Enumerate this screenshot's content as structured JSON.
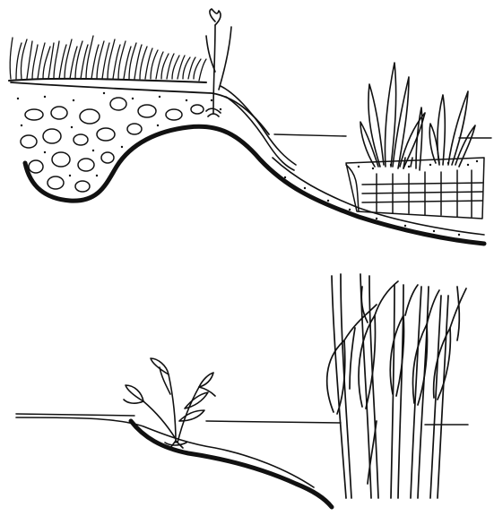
{
  "figure": {
    "background": "#ffffff",
    "ink_color": "#111111",
    "panels": [
      {
        "name": "upper-panel",
        "contents": [
          "grass-tuft",
          "gravel-fill-mound",
          "marginal-plant",
          "sloping-bank",
          "water-surface",
          "planting-basket",
          "basket-plants"
        ]
      },
      {
        "name": "lower-panel",
        "contents": [
          "water-surface",
          "shallow-shelf",
          "bog-plant",
          "deep-basin",
          "tall-reed-stems"
        ]
      }
    ]
  }
}
